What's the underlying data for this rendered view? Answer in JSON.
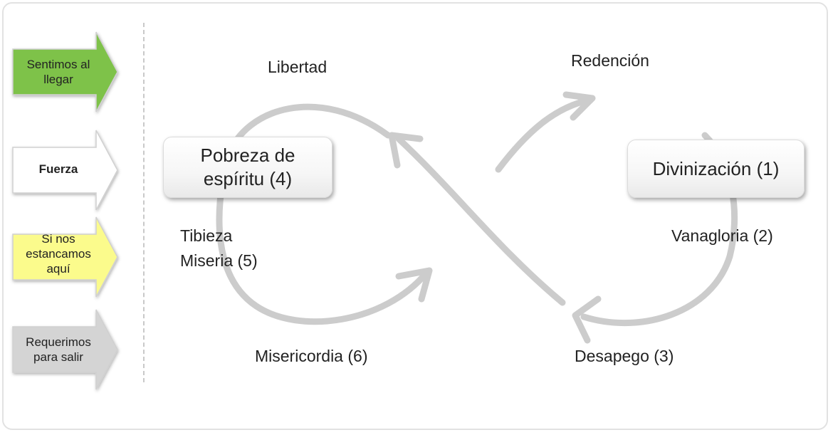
{
  "rows": [
    {
      "label": "Sentimos al llegar",
      "fill": "#7ec24a",
      "bold": false
    },
    {
      "label": "Fuerza",
      "fill": "#ffffff",
      "bold": true
    },
    {
      "label": "Si nos estancamos aquí",
      "fill": "#fbfb8c",
      "bold": false
    },
    {
      "label": "Requerimos para salir",
      "fill": "#d4d4d4",
      "bold": false
    }
  ],
  "boxes": {
    "left": "Pobreza de espíritu (4)",
    "right": "Divinización (1)"
  },
  "labels": {
    "libertad": "Libertad",
    "redencion": "Redención",
    "tibieza": "Tibieza",
    "miseria": "Miseria (5)",
    "vanagloria": "Vanagloria (2)",
    "misericordia": "Misericordia (6)",
    "desapego": "Desapego (3)"
  },
  "colors": {
    "curve": "#cccccc",
    "border": "#e2e2e2"
  }
}
